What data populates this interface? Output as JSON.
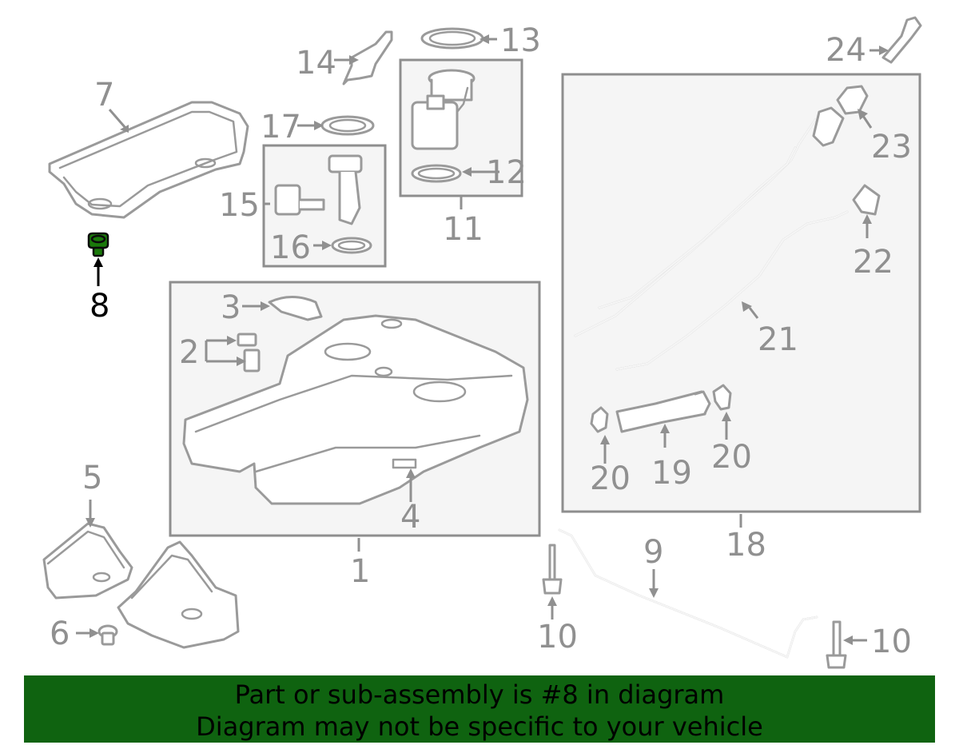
{
  "diagram": {
    "callouts": {
      "c1": "1",
      "c2": "2",
      "c3": "3",
      "c4": "4",
      "c5": "5",
      "c6": "6",
      "c7": "7",
      "c8": "8",
      "c9": "9",
      "c10a": "10",
      "c10b": "10",
      "c11": "11",
      "c12": "12",
      "c13": "13",
      "c14": "14",
      "c15": "15",
      "c16": "16",
      "c17": "17",
      "c18": "18",
      "c19": "19",
      "c20a": "20",
      "c20b": "20",
      "c21": "21",
      "c22": "22",
      "c23": "23",
      "c24": "24"
    },
    "highlight_part": "8",
    "highlight_color": "#1a7a0a",
    "line_color": "#909090"
  },
  "banner": {
    "line1": "Part or sub-assembly is #8 in diagram",
    "line2": "Diagram may not be specific to your vehicle",
    "background": "#0f6310"
  }
}
